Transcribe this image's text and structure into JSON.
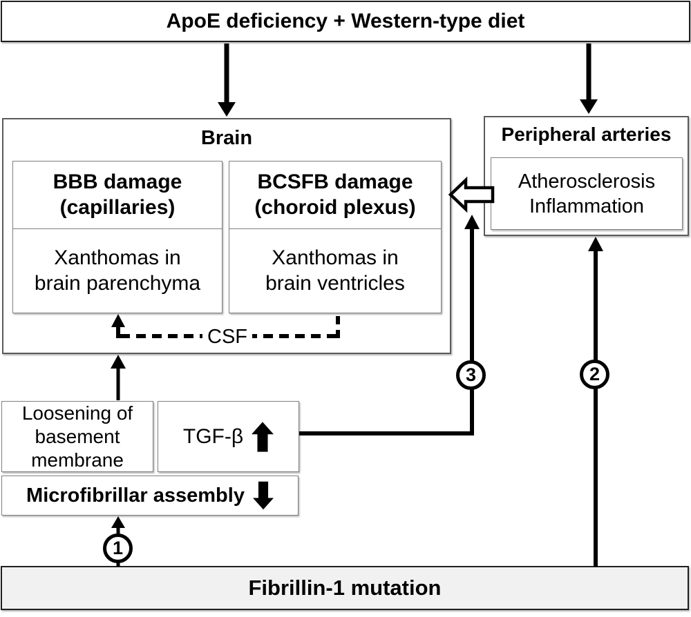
{
  "colors": {
    "background": "#ffffff",
    "text": "#000000",
    "connector_line": "#000000",
    "outer_box_border": "#1f1f1f",
    "inner_box_border": "#7f7f7f",
    "fibrillin_bar_fill": "#f1f1f1"
  },
  "nodes": {
    "apoe": {
      "label": "ApoE deficiency + Western-type diet"
    },
    "brain": {
      "title": "Brain"
    },
    "bbb": {
      "title": "BBB damage",
      "subtitle": "(capillaries)",
      "body_line1": "Xanthomas in",
      "body_line2": "brain parenchyma"
    },
    "bcsfb": {
      "title": "BCSFB damage",
      "subtitle": "(choroid plexus)",
      "body_line1": "Xanthomas in",
      "body_line2": "brain ventricles"
    },
    "csf": {
      "label": "CSF"
    },
    "peripheral": {
      "title": "Peripheral arteries",
      "body_line1": "Atherosclerosis",
      "body_line2": "Inflammation"
    },
    "loosening": {
      "line1": "Loosening of",
      "line2": "basement",
      "line3": "membrane"
    },
    "tgfb": {
      "label": "TGF-β"
    },
    "microfibrillar": {
      "label": "Microfibrillar assembly"
    },
    "fibrillin": {
      "label": "Fibrillin-1 mutation"
    }
  },
  "steps": {
    "step1": "1",
    "step2": "2",
    "step3": "3"
  },
  "icons": {
    "tgfb_arrow": "increase-up-arrow",
    "microfibrillar_arrow": "decrease-down-arrow"
  }
}
